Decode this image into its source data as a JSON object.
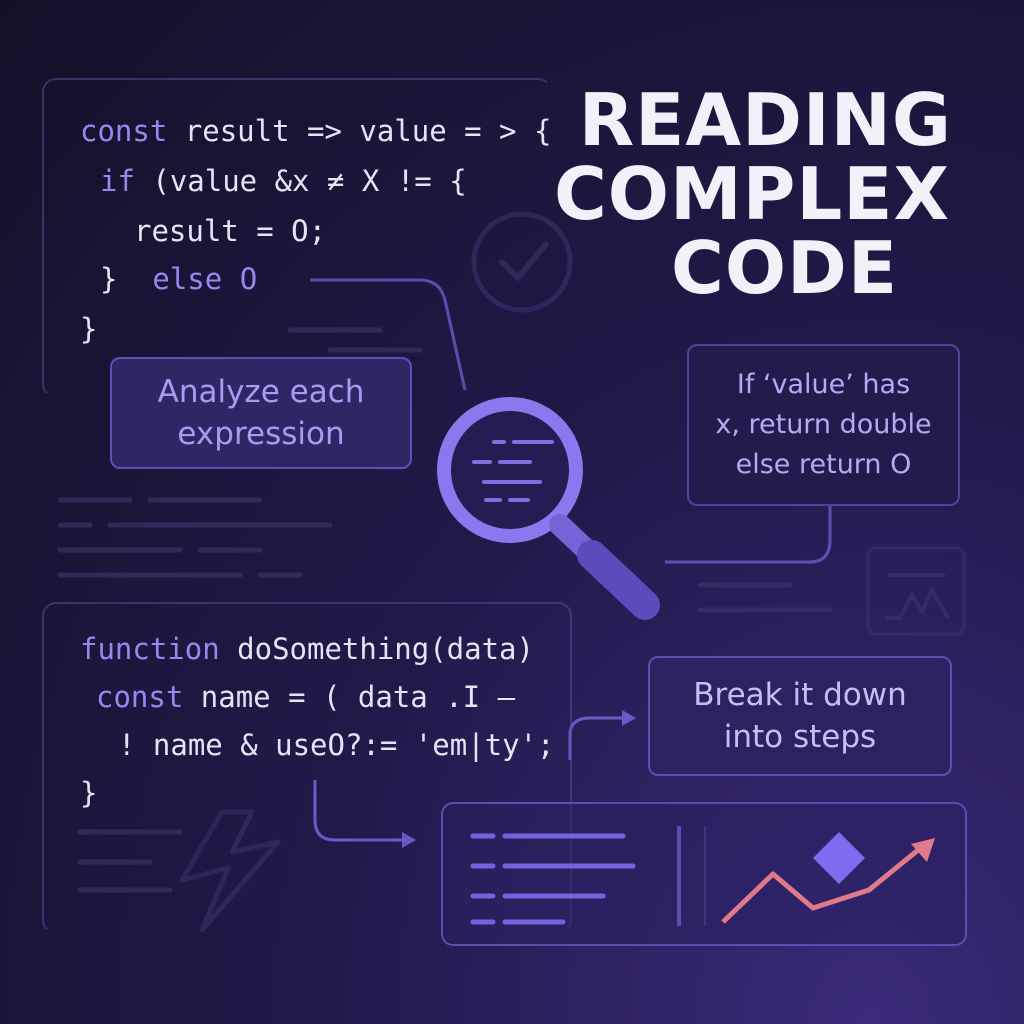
{
  "title": {
    "lines": [
      "READING",
      "COMPLEX",
      "CODE"
    ]
  },
  "code_block_1": {
    "lines": [
      {
        "kw": "const",
        "rest": " result => value = > {"
      },
      {
        "kw": "if",
        "rest": " (value &x ≠ X != {"
      },
      {
        "kw": "",
        "rest": "result = O;"
      },
      {
        "kw": "else O",
        "rest": "}  ",
        "order": "text-first"
      },
      {
        "kw": "",
        "rest": "}"
      }
    ]
  },
  "code_block_2": {
    "lines": [
      {
        "kw": "function",
        "rest": " doSomething(data)"
      },
      {
        "kw": "const",
        "rest": " name = ( data .I —"
      },
      {
        "kw": "",
        "rest": "! name & useO?:= 'em|ty';"
      },
      {
        "kw": "",
        "rest": "}"
      }
    ]
  },
  "callouts": {
    "analyze": [
      "Analyze each",
      "expression"
    ],
    "explain": [
      "If ‘value’ has",
      "x, return double",
      "else return O"
    ],
    "break_down": [
      "Break it down",
      "into steps"
    ]
  },
  "icons": [
    "check-circle-icon",
    "magnifier-icon",
    "lightning-icon",
    "wave-chart-icon",
    "diamond-icon",
    "trend-arrow-icon",
    "arrow-right-icon"
  ],
  "colors": {
    "background": "#1a1636",
    "keyword": "#9b86f0",
    "code_text": "#e6e3f3",
    "accent": "#7c6af0",
    "title": "#f2f0f8",
    "trend": "#e07a8a"
  }
}
